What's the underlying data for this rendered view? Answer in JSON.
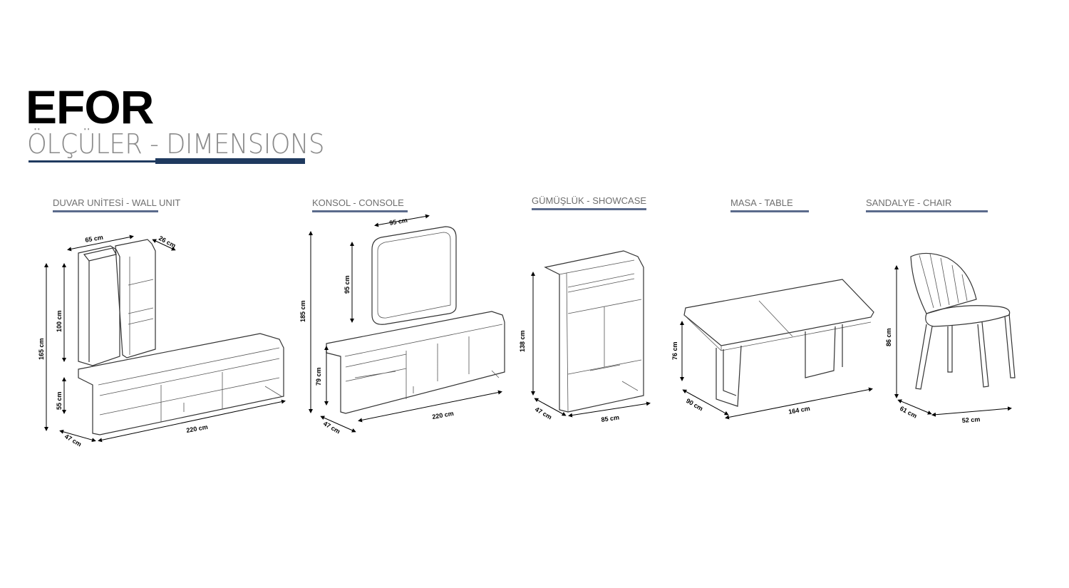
{
  "header": {
    "brand": "EFOR",
    "subtitle": "ÖLÇÜLER - DIMENSIONS",
    "accent_color": "#1f3a5f"
  },
  "sections": [
    {
      "label": "DUVAR UNİTESİ - WALL UNIT",
      "dims": {
        "width_top": "65 cm",
        "depth_top": "26 cm",
        "height_total": "165 cm",
        "height_top": "100 cm",
        "height_bottom": "55 cm",
        "depth": "47 cm",
        "width": "220 cm"
      }
    },
    {
      "label": "KONSOL - CONSOLE",
      "dims": {
        "mirror_width": "95 cm",
        "mirror_height": "95 cm",
        "height_total": "185 cm",
        "height": "79 cm",
        "depth": "47 cm",
        "width": "220 cm"
      }
    },
    {
      "label": "GÜMÜŞLÜK - SHOWCASE",
      "dims": {
        "height": "138 cm",
        "depth": "47 cm",
        "width": "85 cm"
      }
    },
    {
      "label": "MASA - TABLE",
      "dims": {
        "height": "76 cm",
        "depth": "90 cm",
        "width": "164 cm"
      }
    },
    {
      "label": "SANDALYE - CHAIR",
      "dims": {
        "height": "86 cm",
        "depth": "61 cm",
        "width": "52 cm"
      }
    }
  ]
}
